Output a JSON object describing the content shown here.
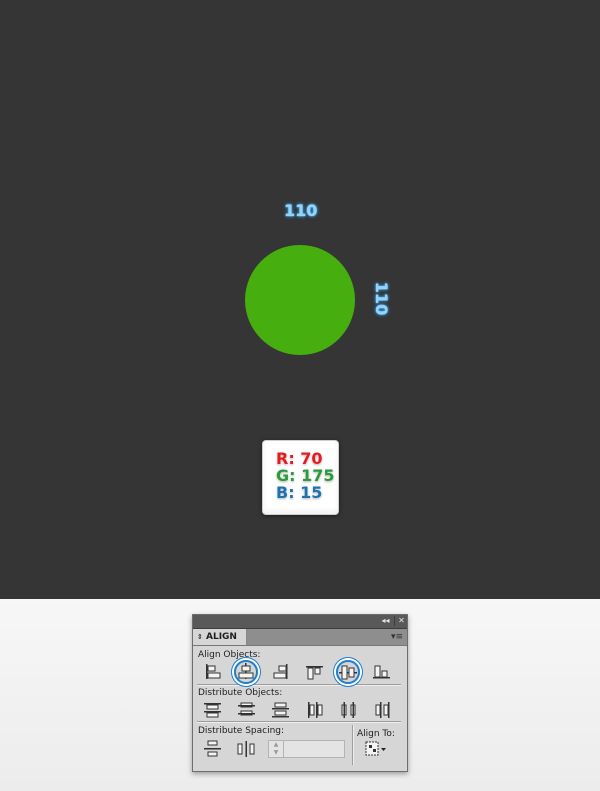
{
  "canvas": {
    "width_label": "110",
    "height_label": "110",
    "circle_fill": "#46af0f",
    "background": "#353535"
  },
  "color_values": {
    "r": "R: 70",
    "g": "G: 175",
    "b": "B: 15",
    "r_color": "#e31b23",
    "g_color": "#2a9a3c",
    "b_color": "#1f72b0"
  },
  "panel": {
    "title_controls": {
      "collapse": "◂◂",
      "close": "✕"
    },
    "tab_label": "ALIGN",
    "tab_arrows": "⇕",
    "menu_icon": "▾≡",
    "align_objects_label": "Align Objects:",
    "distribute_objects_label": "Distribute Objects:",
    "distribute_spacing_label": "Distribute Spacing:",
    "align_to_label": "Align To:",
    "highlighted": [
      "horizontal-align-center",
      "vertical-align-center"
    ],
    "highlight_color": "#1e7fd0"
  }
}
